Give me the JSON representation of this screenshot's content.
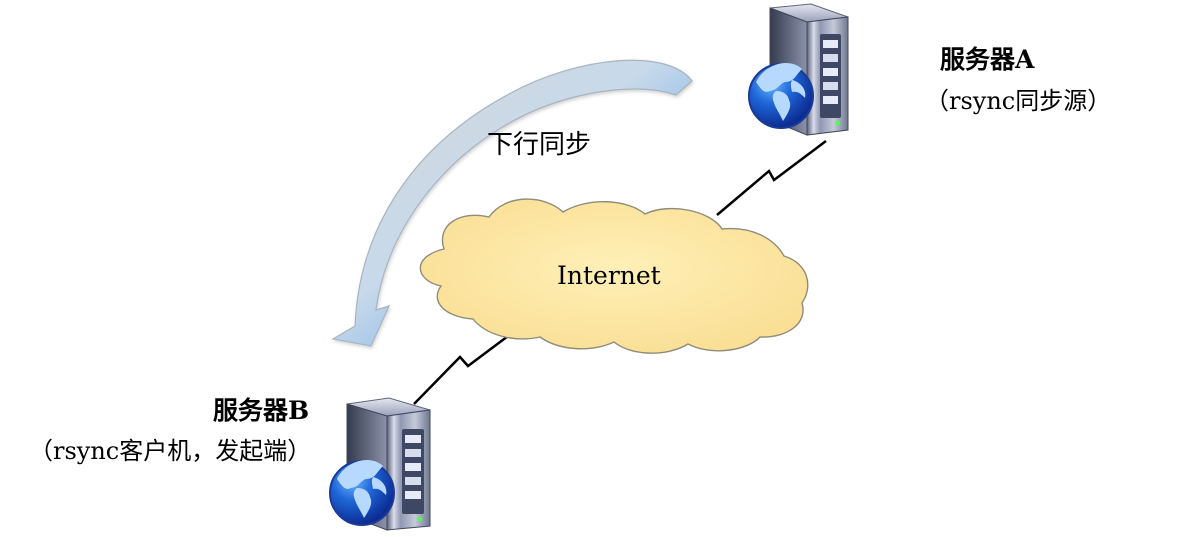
{
  "servers": {
    "a": {
      "name": "服务器A",
      "role": "（rsync同步源）"
    },
    "b": {
      "name": "服务器B",
      "role": "（rsync客户机，发起端）"
    }
  },
  "network": {
    "label": "Internet"
  },
  "sync": {
    "label": "下行同步"
  },
  "colors": {
    "cloud_fill": "#fde9a6",
    "cloud_stroke": "#8b8570",
    "arrow_start": "#d9d9d9",
    "arrow_end": "#3b8ee8",
    "server_body": "#b8c0d3",
    "server_dark": "#454f68",
    "globe_blue": "#1e55c7",
    "globe_land": "#b9d8ff"
  }
}
